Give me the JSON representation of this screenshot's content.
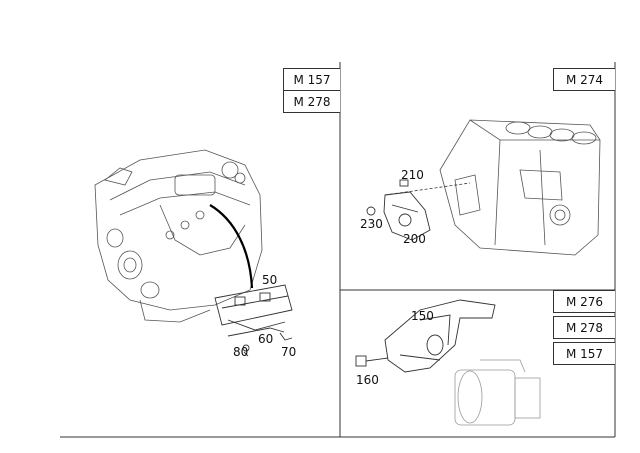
{
  "panels": {
    "left": {
      "engines": [
        "M 157",
        "M 278"
      ],
      "callouts": [
        "50",
        "60",
        "70",
        "80"
      ]
    },
    "top_right": {
      "engines": [
        "M 274"
      ],
      "callouts": [
        "210",
        "230",
        "200"
      ]
    },
    "bottom_right": {
      "engines": [
        "M 276",
        "M 278",
        "M 157"
      ],
      "callouts": [
        "150",
        "160"
      ]
    }
  }
}
